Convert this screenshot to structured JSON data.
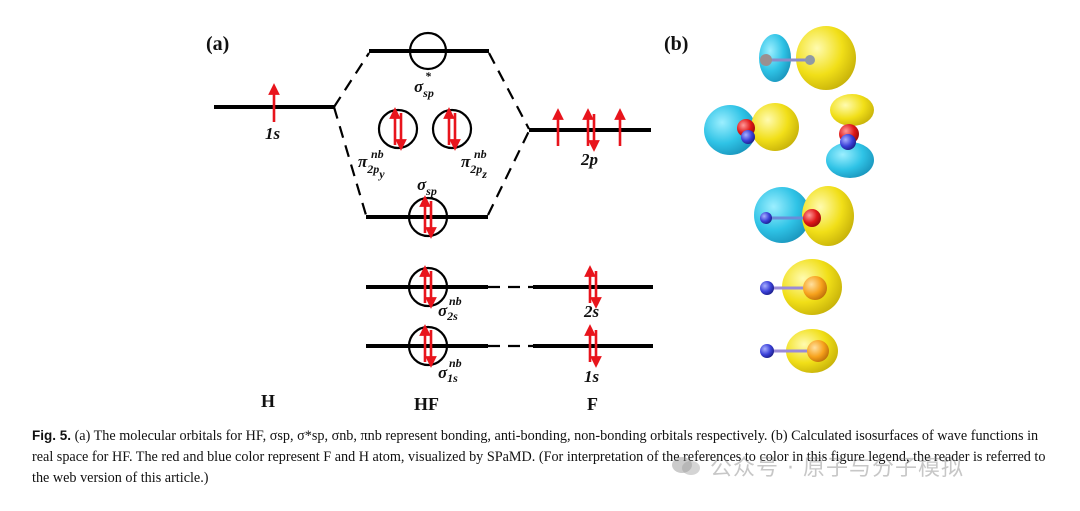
{
  "panel_a_label": "(a)",
  "panel_b_label": "(b)",
  "atoms": {
    "left": "H",
    "center": "HF",
    "right": "F"
  },
  "orbital_labels": {
    "sigma_sp_star": "σ",
    "sigma_sp_star_sub": "sp",
    "sigma_sp_star_sup": "*",
    "pi_y": "π",
    "pi_y_sup": "nb",
    "pi_y_sub": "2p",
    "pi_y_subsub": "y",
    "pi_z": "π",
    "pi_z_sup": "nb",
    "pi_z_sub": "2p",
    "pi_z_subsub": "z",
    "sigma_sp": "σ",
    "sigma_sp_sub": "sp",
    "sigma_2s": "σ",
    "sigma_2s_sup": "nb",
    "sigma_2s_sub": "2s",
    "sigma_1s": "σ",
    "sigma_1s_sup": "nb",
    "sigma_1s_sub": "1s"
  },
  "atomic_labels": {
    "h_1s": "1s",
    "f_2p": "2p",
    "f_2s": "2s",
    "f_1s": "1s"
  },
  "colors": {
    "arrow": "#e8141c",
    "cyan": "#35c8e6",
    "yellow": "#f2e21e",
    "red_atom": "#e02020",
    "blue_atom": "#3a40d8",
    "orange": "#f7a21c"
  },
  "caption": {
    "fig_no": "Fig. 5.",
    "text": "(a) The molecular orbitals for HF, σsp, σ*sp, σnb, πnb represent bonding, anti-bonding, non-bonding orbitals respectively. (b) Calculated isosurfaces of wave functions in real space for HF. The red and blue color represent F and H atom, visualized by SPaMD. (For interpretation of the references to color in this figure legend, the reader is referred to the web version of this article.)"
  },
  "watermark": "公众号 · 原子与分子模拟"
}
